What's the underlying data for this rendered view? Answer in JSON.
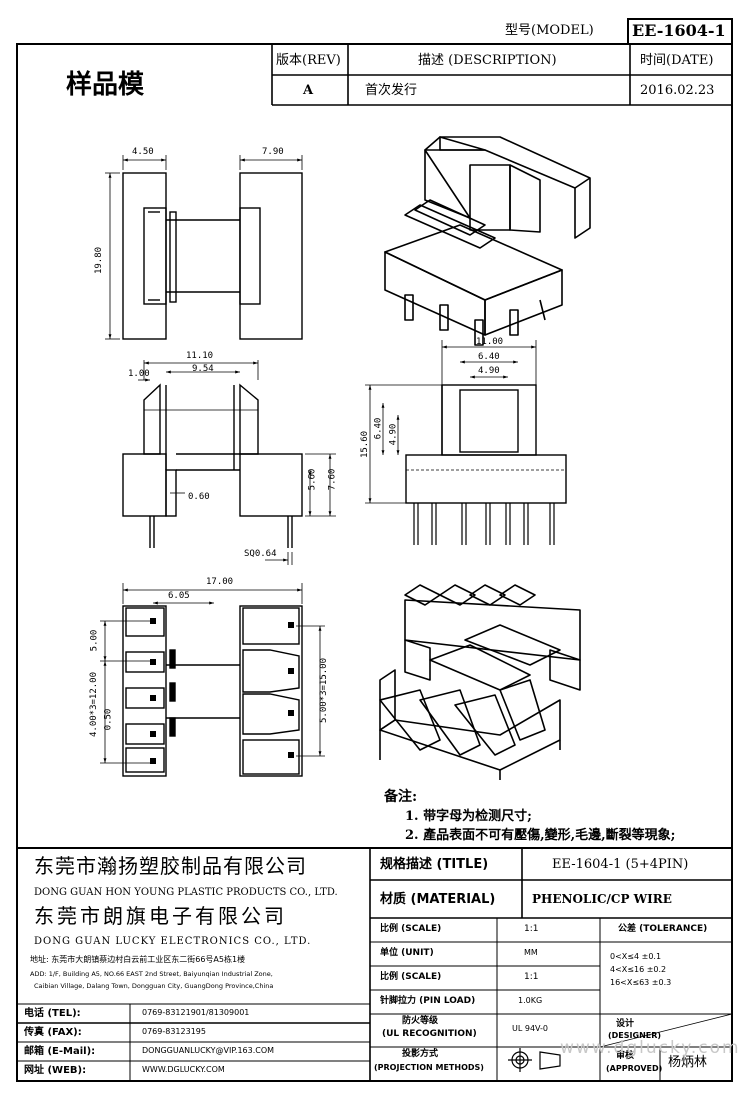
{
  "header": {
    "model_label": "型号(MODEL)",
    "model_value": "EE-1604-1",
    "sample_label": "样品模",
    "rev_header": "版本(REV)",
    "desc_header": "描述 (DESCRIPTION)",
    "date_header": "时间(DATE)",
    "rev_value": "A",
    "desc_value": "首次发行",
    "date_value": "2016.02.23"
  },
  "dimensions": {
    "d450": "4.50",
    "d790": "7.90",
    "d1980": "19.80",
    "d1110": "11.10",
    "d954": "9.54",
    "d100": "1.00",
    "d060": "0.60",
    "d560": "5.60",
    "d760": "7.60",
    "sq": "SQ0.64",
    "d1100": "11.00",
    "d640": "6.40",
    "d490": "4.90",
    "d640v": "6.40",
    "d490v": "4.90",
    "d1560": "15.60",
    "d1700": "17.00",
    "d605": "6.05",
    "d500": "5.00",
    "d4x3": "4.00*3=12.00",
    "d050": "0.50",
    "d5x3": "5.00*3=15.00"
  },
  "notes": {
    "title": "备注:",
    "n1": "1. 带字母为检测尺寸;",
    "n2": "2. 產品表面不可有壓傷,變形,毛邊,斷裂等現象;"
  },
  "company": {
    "cn1": "东莞市瀚扬塑胶制品有限公司",
    "en1": "DONG GUAN HON YOUNG PLASTIC PRODUCTS CO., LTD.",
    "cn2": "东莞市朗旗电子有限公司",
    "en2": "DONG GUAN LUCKY ELECTRONICS CO., LTD.",
    "addr_cn": "地址: 东莞市大朗镇蔡边村白云前工业区东二街66号A5栋1楼",
    "addr_en1": "ADD: 1/F, Building A5, NO.66 EAST 2nd Street, Baiyunqian Industrial Zone,",
    "addr_en2": "Caibian Village, Dalang Town, Dongguan City, GuangDong Province,China"
  },
  "contact": {
    "tel_label": "电话 (TEL):",
    "tel_value": "0769-83121901/81309001",
    "fax_label": "传真 (FAX):",
    "fax_value": "0769-83123195",
    "email_label": "邮箱 (E-Mail):",
    "email_value": "DONGGUANLUCKY@VIP.163.COM",
    "web_label": "网址 (WEB):",
    "web_value": "WWW.DGLUCKY.COM"
  },
  "spec": {
    "title_label": "规格描述 (TITLE)",
    "title_value": "EE-1604-1 (5+4PIN)",
    "material_label": "材质 (MATERIAL)",
    "material_value": "PHENOLIC/CP WIRE",
    "scale_label": "比例 (SCALE)",
    "scale_value": "1:1",
    "unit_label": "单位 (UNIT)",
    "unit_value": "MM",
    "scale2_label": "比例 (SCALE)",
    "scale2_value": "1:1",
    "pin_label": "针脚拉力 (PIN LOAD)",
    "pin_value": "1.0KG",
    "ul_label1": "防火等级",
    "ul_label2": "(UL RECOGNITION)",
    "ul_value": "UL 94V-0",
    "proj_label1": "投影方式",
    "proj_label2": "(PROJECTION METHODS)",
    "tol_header": "公差 (TOLERANCE)",
    "tol1": "0<X≤4    ±0.1",
    "tol2": "4<X≤16    ±0.2",
    "tol3": "16<X≤63  ±0.3",
    "designer_label1": "设计",
    "designer_label2": "(DESIGNER)",
    "approved_label1": "审核",
    "approved_label2": "(APPROVED)",
    "approved_value": "杨炳林",
    "watermark": "www.dglucky.com"
  }
}
